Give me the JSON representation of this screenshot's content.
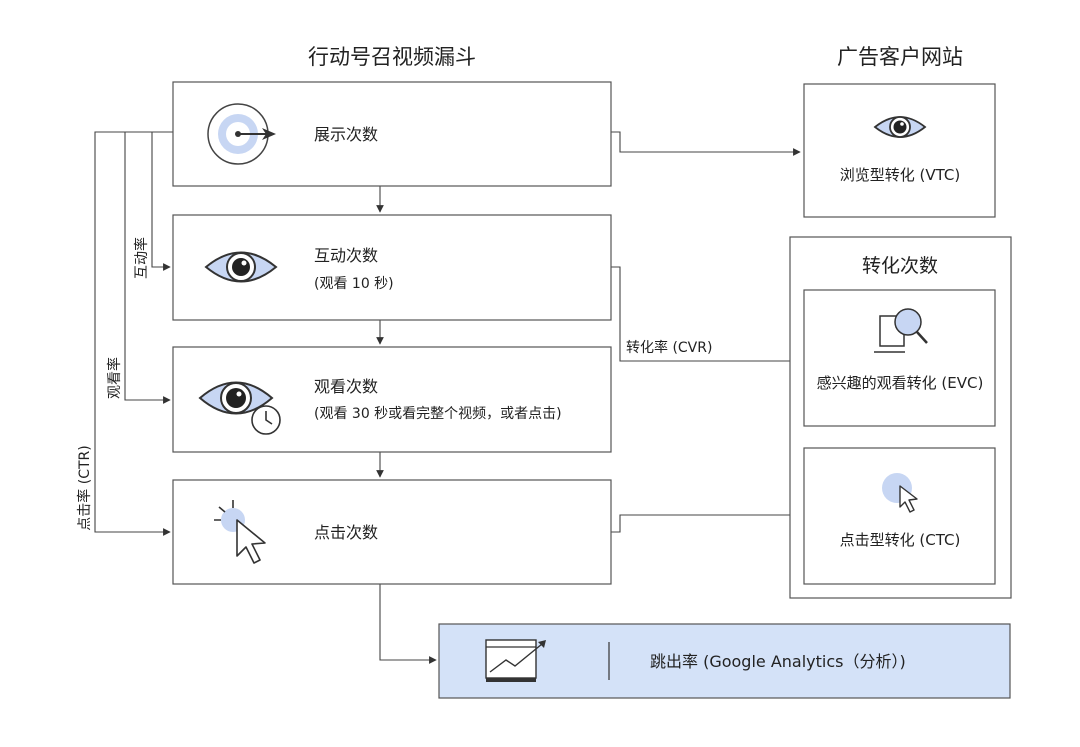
{
  "funnel_title": "行动号召视频漏斗",
  "site_title": "广告客户网站",
  "conversions_title": "转化次数",
  "stages": {
    "impressions": "展示次数",
    "engagements": {
      "label": "互动次数",
      "sub": "(观看 10 秒)"
    },
    "views": {
      "label": "观看次数",
      "sub": "(观看 30 秒或看完整个视频，或者点击)"
    },
    "clicks": "点击次数"
  },
  "conversions": {
    "vtc": "浏览型转化 (VTC)",
    "evc": "感兴趣的观看转化 (EVC)",
    "ctc": "点击型转化 (CTC)"
  },
  "bounce": "跳出率 (Google Analytics（分析）)",
  "rates": {
    "engagement": "互动率",
    "view": "观看率",
    "ctr": "点击率 (CTR)",
    "cvr": "转化率 (CVR)"
  },
  "icons": [
    "target-icon",
    "eye-icon",
    "eye-clock-icon",
    "cursor-click-icon",
    "eye-icon",
    "magnifier-icon",
    "cursor-icon",
    "line-chart-icon"
  ],
  "colors": {
    "accent": "#c7d6f3",
    "accent_fill": "#d4e2f8",
    "stroke": "#444444"
  }
}
